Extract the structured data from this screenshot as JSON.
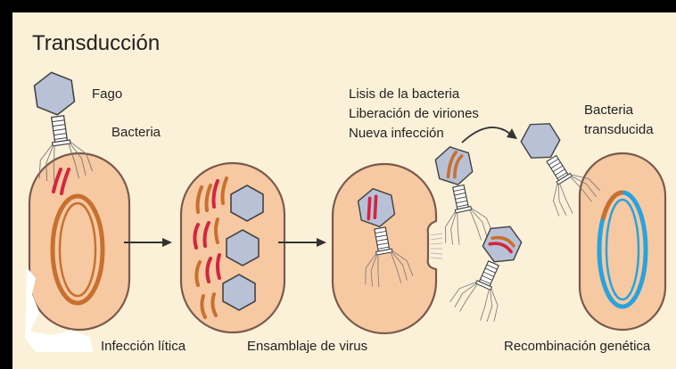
{
  "title": "Transducción",
  "labels": {
    "phage": "Fago",
    "bacterium": "Bacteria",
    "lysis_line1": "Lisis de la bacteria",
    "lysis_line2": "Liberación de viriones",
    "lysis_line3": "Nueva infección",
    "transduced_line1": "Bacteria",
    "transduced_line2": "transducida"
  },
  "captions": {
    "lytic_infection": "Infección lítica",
    "virus_assembly": "Ensamblaje de virus",
    "genetic_recombination": "Recombinación genética"
  },
  "colors": {
    "background": "#fbf1d8",
    "cell_fill": "#f7c9a3",
    "cell_outline": "#7a5a4c",
    "host_dna": "#c8702f",
    "phage_dna": "#d2263f",
    "recombined_dna": "#29a3dc",
    "capsid_fill": "#b9c1d6",
    "capsid_outline": "#444444"
  }
}
